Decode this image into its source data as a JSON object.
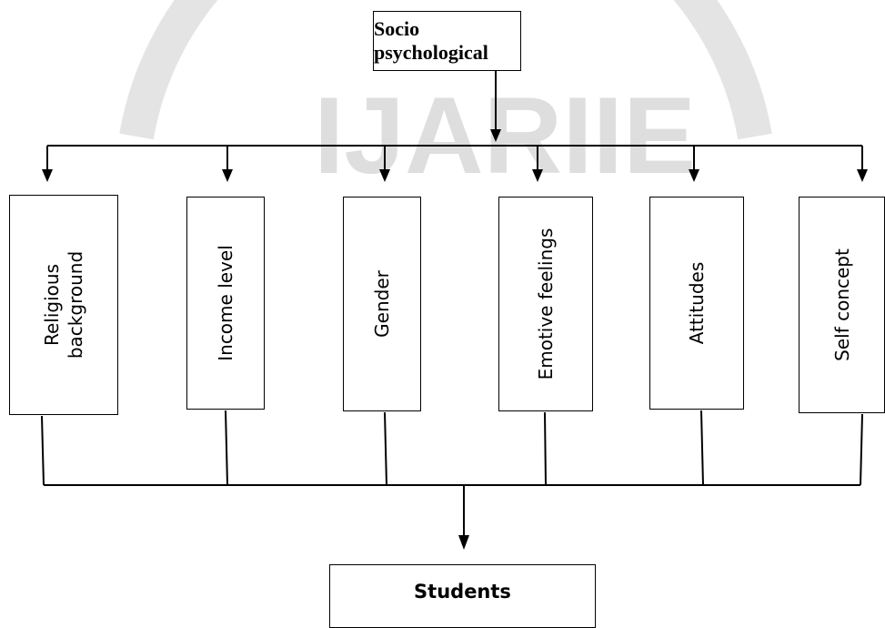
{
  "diagram": {
    "root": {
      "label": "Socio psychological"
    },
    "factors": [
      {
        "lines": [
          "Religious",
          "background"
        ]
      },
      {
        "lines": [
          "Income level"
        ]
      },
      {
        "lines": [
          "Gender"
        ]
      },
      {
        "lines": [
          "Emotive feelings"
        ]
      },
      {
        "lines": [
          "Attitudes"
        ]
      },
      {
        "lines": [
          "Self concept"
        ]
      }
    ],
    "target": {
      "label": "Students"
    }
  },
  "watermark": {
    "text": "IJARIIE",
    "color": "#cfcfcf"
  },
  "colors": {
    "line": "#000000",
    "box_border": "#000000",
    "background": "#ffffff"
  }
}
